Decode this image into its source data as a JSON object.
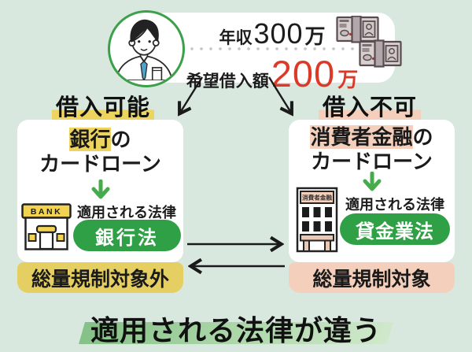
{
  "colors": {
    "background": "#d9e8df",
    "highlight_yellow": "#ecd45e",
    "highlight_pink": "#f4cfbb",
    "bar_yellow": "#e5cf63",
    "bar_pink": "#f4cfbb",
    "pill_green": "#2fa045",
    "accent_red": "#dc3a28",
    "arrow_green": "#45ab4c",
    "avatar_ring_green": "#3ba049",
    "tie_blue": "#4da3cc"
  },
  "icons": {
    "avatar": "businessman-portrait",
    "money": "banknote-bundles",
    "bank": "bank-building",
    "consumer": "consumer-finance-building",
    "down_arrow": "green-down-arrow",
    "flow_arrows": "black-open-arrowheads"
  },
  "profile": {
    "income_label": "年収",
    "income_value": "300",
    "income_unit": "万",
    "desired_label": "希望借入額",
    "desired_value": "200",
    "desired_unit": "万"
  },
  "verdict": {
    "left": "借入可能",
    "right": "借入不可"
  },
  "left_card": {
    "product_highlight": "銀行",
    "product_suffix": "の",
    "product_line2": "カードローン",
    "law_label": "適用される法律",
    "law_name": "銀行法",
    "icon_sign": "BANK",
    "regulation": "総量規制対象外"
  },
  "right_card": {
    "product_highlight": "消費者金融",
    "product_suffix": "の",
    "product_line2": "カードローン",
    "law_label": "適用される法律",
    "law_name": "貸金業法",
    "icon_sign": "消費者金融",
    "regulation": "総量規制対象"
  },
  "footer": {
    "conclusion": "適用される法律が違う"
  }
}
